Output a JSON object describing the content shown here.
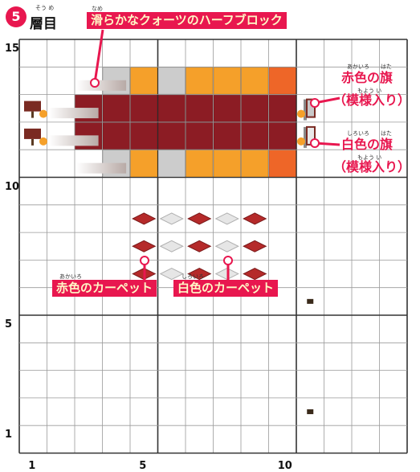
{
  "layer": {
    "number": "5",
    "ruby": "そう め",
    "label": "層目"
  },
  "grid": {
    "cols": 14,
    "rows": 15
  },
  "axis": {
    "x_ticks": [
      {
        "value": 1,
        "label": "1"
      },
      {
        "value": 5,
        "label": "5"
      },
      {
        "value": 10,
        "label": "10"
      }
    ],
    "y_ticks": [
      {
        "value": 15,
        "label": "15"
      },
      {
        "value": 10,
        "label": "10"
      },
      {
        "value": 5,
        "label": "5"
      },
      {
        "value": 1,
        "label": "1"
      }
    ]
  },
  "labels": {
    "slab": {
      "ruby": "なめ",
      "text": "滑らかなクォーツのハーフブロック"
    },
    "red_flag": {
      "ruby_line1": "あかいろ　　はた",
      "line1": "赤色の旗",
      "ruby_line2": "もよう い",
      "line2": "（模様入り）"
    },
    "white_flag": {
      "ruby_line1": "しろいろ　　はた",
      "line1": "白色の旗",
      "ruby_line2": "もよう い",
      "line2": "（模様入り）"
    },
    "red_carpet": {
      "ruby": "あかいろ",
      "text": "赤色のカーペット"
    },
    "white_carpet": {
      "ruby": "しろいろ",
      "text": "白色のカーペット"
    }
  },
  "colors": {
    "accent": "#e8174f",
    "label_text": "#fff7c6",
    "maroon": "#8c1c24",
    "orange": "#f5a02a",
    "deep_orange": "#ee6628",
    "gray_block": "#c9d0d6",
    "red_carpet": "#b52a2a",
    "white_carpet": "#e6e6e6"
  },
  "blocks": [
    {
      "type": "gray",
      "x": 4,
      "y": 14
    },
    {
      "type": "orange",
      "x": 5,
      "y": 14
    },
    {
      "type": "gray",
      "x": 6,
      "y": 14
    },
    {
      "type": "orange",
      "x": 7,
      "y": 14
    },
    {
      "type": "orange",
      "x": 8,
      "y": 14
    },
    {
      "type": "orange",
      "x": 9,
      "y": 14
    },
    {
      "type": "deep_orange",
      "x": 10,
      "y": 14
    },
    {
      "type": "maroon",
      "x": 3,
      "y": 13
    },
    {
      "type": "maroon",
      "x": 4,
      "y": 13
    },
    {
      "type": "maroon",
      "x": 5,
      "y": 13
    },
    {
      "type": "maroon",
      "x": 6,
      "y": 13
    },
    {
      "type": "maroon",
      "x": 7,
      "y": 13
    },
    {
      "type": "maroon",
      "x": 8,
      "y": 13
    },
    {
      "type": "maroon",
      "x": 9,
      "y": 13
    },
    {
      "type": "maroon",
      "x": 10,
      "y": 13
    },
    {
      "type": "maroon",
      "x": 3,
      "y": 12
    },
    {
      "type": "maroon",
      "x": 4,
      "y": 12
    },
    {
      "type": "maroon",
      "x": 5,
      "y": 12
    },
    {
      "type": "maroon",
      "x": 6,
      "y": 12
    },
    {
      "type": "maroon",
      "x": 7,
      "y": 12
    },
    {
      "type": "maroon",
      "x": 8,
      "y": 12
    },
    {
      "type": "maroon",
      "x": 9,
      "y": 12
    },
    {
      "type": "maroon",
      "x": 10,
      "y": 12
    },
    {
      "type": "gray",
      "x": 4,
      "y": 11
    },
    {
      "type": "orange",
      "x": 5,
      "y": 11
    },
    {
      "type": "gray",
      "x": 6,
      "y": 11
    },
    {
      "type": "orange",
      "x": 7,
      "y": 11
    },
    {
      "type": "orange",
      "x": 8,
      "y": 11
    },
    {
      "type": "orange",
      "x": 9,
      "y": 11
    },
    {
      "type": "deep_orange",
      "x": 10,
      "y": 11
    }
  ],
  "slabs": [
    {
      "x": 3,
      "y": 14
    },
    {
      "x": 2,
      "y": 13
    },
    {
      "x": 2,
      "y": 12
    },
    {
      "x": 3,
      "y": 11
    }
  ],
  "signs": [
    {
      "x": 1,
      "y": 13
    },
    {
      "x": 1,
      "y": 12
    }
  ],
  "flags": [
    {
      "type": "red",
      "x": 11,
      "y": 13
    },
    {
      "type": "white",
      "x": 11,
      "y": 12
    }
  ],
  "carpets": [
    {
      "type": "red",
      "x": 5,
      "y": 9
    },
    {
      "type": "white",
      "x": 6,
      "y": 9
    },
    {
      "type": "red",
      "x": 7,
      "y": 9
    },
    {
      "type": "white",
      "x": 8,
      "y": 9
    },
    {
      "type": "red",
      "x": 9,
      "y": 9
    },
    {
      "type": "red",
      "x": 5,
      "y": 8
    },
    {
      "type": "white",
      "x": 6,
      "y": 8
    },
    {
      "type": "red",
      "x": 7,
      "y": 8
    },
    {
      "type": "white",
      "x": 8,
      "y": 8
    },
    {
      "type": "red",
      "x": 9,
      "y": 8
    },
    {
      "type": "red",
      "x": 5,
      "y": 7
    },
    {
      "type": "white",
      "x": 6,
      "y": 7
    },
    {
      "type": "red",
      "x": 7,
      "y": 7
    },
    {
      "type": "white",
      "x": 8,
      "y": 7
    },
    {
      "type": "red",
      "x": 9,
      "y": 7
    }
  ],
  "small_items": [
    {
      "x": 11,
      "y": 6
    },
    {
      "x": 11,
      "y": 2
    }
  ]
}
